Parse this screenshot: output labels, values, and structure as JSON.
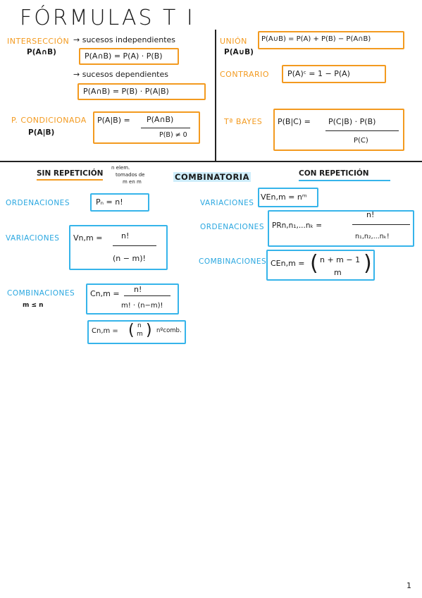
{
  "title": "FÓRMULAS T I",
  "probability": {
    "interseccion": {
      "label": "INTERSECCIÓN",
      "notation": "P(A∩B)",
      "independent_label": "→ sucesos independientes",
      "independent_formula": "P(A∩B) = P(A) · P(B)",
      "dependent_label": "→ sucesos dependientes",
      "dependent_formula": "P(A∩B) = P(B) · P(A|B)"
    },
    "condicionada": {
      "label": "P. CONDICIONADA",
      "notation": "P(A|B)",
      "lhs": "P(A|B) =",
      "numerator": "P(A∩B)",
      "denominator": "P(B) ≠ 0"
    },
    "union": {
      "label": "UNIÓN",
      "notation": "P(A∪B)",
      "formula": "P(A∪B) = P(A) + P(B) − P(A∩B)"
    },
    "contrario": {
      "label": "CONTRARIO",
      "formula": "P(A)ᶜ = 1 − P(A)"
    },
    "bayes": {
      "label": "Tª BAYES",
      "lhs": "P(B|C) =",
      "numerator": "P(C|B) · P(B)",
      "denominator": "P(C)"
    }
  },
  "combinatoria": {
    "heading": "COMBINATORIA",
    "sin": {
      "heading": "SIN REPETICIÓN",
      "note_line1": "n elem.",
      "note_line2": "tomados de",
      "note_line3": "m en m",
      "ordenaciones_label": "ORDENACIONES",
      "ordenaciones_formula": "Pₙ = n!",
      "variaciones_label": "VARIACIONES",
      "variaciones_lhs": "Vn,m =",
      "variaciones_num": "n!",
      "variaciones_den": "(n − m)!",
      "combinaciones_label": "COMBINACIONES",
      "combinaciones_cond": "m ≤ n",
      "combinaciones_lhs": "Cn,m =",
      "combinaciones_num": "n!",
      "combinaciones_den": "m! · (n−m)!",
      "binomial_lhs": "Cn,m =",
      "binomial_top": "n",
      "binomial_bottom": "m",
      "binomial_note": "nºcomb."
    },
    "con": {
      "heading": "CON REPETICIÓN",
      "variaciones_label": "VARIACIONES",
      "variaciones_formula": "VEn,m = nᵐ",
      "ordenaciones_label": "ORDENACIONES",
      "ordenaciones_lhs": "PRn,n₁,...nₖ =",
      "ordenaciones_num": "n!",
      "ordenaciones_den": "n₁,n₂,...nₖ!",
      "combinaciones_label": "COMBINACIONES",
      "combinaciones_lhs": "CEn,m =",
      "combinaciones_top": "n + m − 1",
      "combinaciones_bottom": "m"
    }
  },
  "page_number": "1"
}
